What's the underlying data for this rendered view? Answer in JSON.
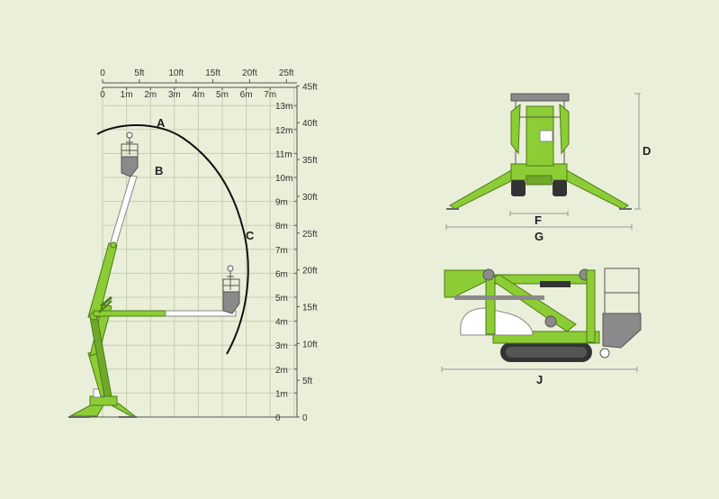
{
  "colors": {
    "background": "#e9efd9",
    "machine_green": "#8ccc35",
    "dark_green": "#4e7a18",
    "grid": "#c6cfb0",
    "grey": "#8a8a8a",
    "envelope": "#111111"
  },
  "ft_ticks_top": [
    "0",
    "5ft",
    "10ft",
    "15ft",
    "20ft",
    "25ft"
  ],
  "m_ticks_top": [
    "0",
    "1m",
    "2m",
    "3m",
    "4m",
    "5m",
    "6m",
    "7m"
  ],
  "m_ticks_right": [
    "0",
    "1m",
    "2m",
    "3m",
    "4m",
    "5m",
    "6m",
    "7m",
    "8m",
    "9m",
    "10m",
    "11m",
    "12m",
    "13m"
  ],
  "ft_ticks_right": [
    "0",
    "5ft",
    "10ft",
    "15ft",
    "20ft",
    "25ft",
    "30ft",
    "35ft",
    "40ft",
    "45ft"
  ],
  "labels": {
    "A": "A",
    "B": "B",
    "C": "C",
    "D": "D",
    "F": "F",
    "G": "G",
    "J": "J"
  }
}
